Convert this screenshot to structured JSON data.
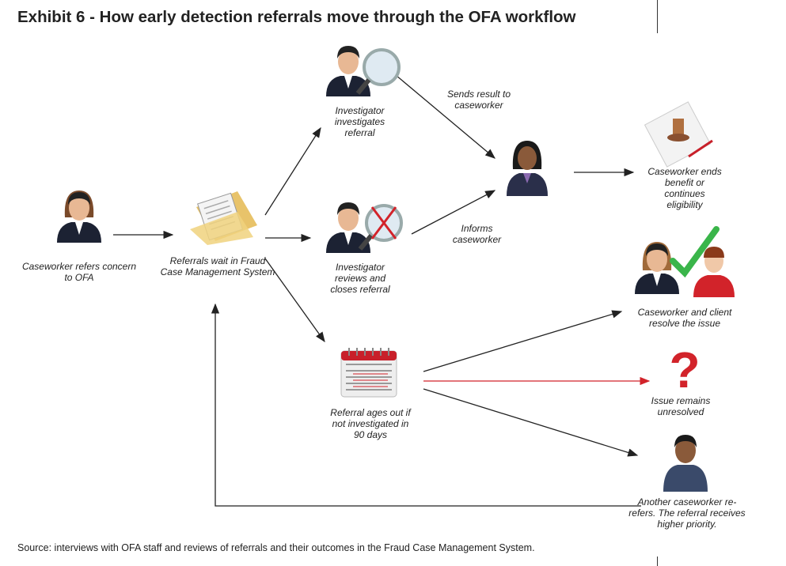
{
  "title": "Exhibit 6 - How early detection referrals move through the OFA workflow",
  "nodes": {
    "caseworker_refers": "Caseworker refers concern to OFA",
    "referrals_wait": "Referrals wait in Fraud Case Management System",
    "investigator_investigates": "Investigator investigates referral",
    "investigator_closes": "Investigator reviews and closes referral",
    "ages_out": "Referral ages out if not investigated in 90 days",
    "ends_benefit": "Caseworker ends benefit or continues eligibility",
    "resolve": "Caseworker and client resolve the issue",
    "unresolved": "Issue remains unresolved",
    "rerefers": "Another caseworker re-refers. The referral receives higher priority."
  },
  "edge_labels": {
    "sends_result": "Sends result to caseworker",
    "informs": "Informs caseworker"
  },
  "icons": [
    "female-caseworker-icon",
    "folder-documents-icon",
    "investigator-magnifier-icon",
    "investigator-magnifier-x-icon",
    "calendar-icon",
    "caseworker-icon",
    "approved-document-icon",
    "caseworker-client-check-icon",
    "question-mark-icon",
    "male-caseworker-icon"
  ],
  "colors": {
    "accent_red": "#d2232a",
    "check_green": "#3ab54a",
    "arrow": "#222222"
  },
  "source": "Source: interviews with OFA staff and reviews of referrals and their outcomes in the Fraud Case Management System."
}
